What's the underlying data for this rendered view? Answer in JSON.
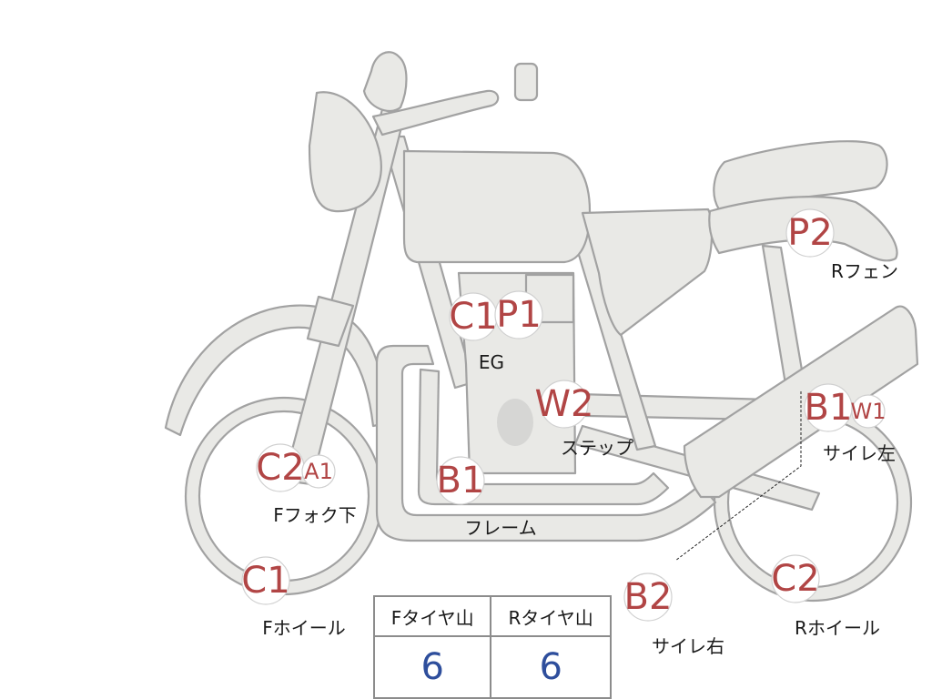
{
  "colors": {
    "bike_fill": "#e9e9e6",
    "bike_stroke": "#a2a2a2",
    "badge_text": "#b14545",
    "table_value": "#2e4e9c"
  },
  "badges": [
    {
      "id": "c1-eg",
      "text": "C1"
    },
    {
      "id": "p1-eg",
      "text": "P1"
    },
    {
      "id": "p2-rfender",
      "text": "P2"
    },
    {
      "id": "w2-step",
      "text": "W2"
    },
    {
      "id": "b1-muffler",
      "text": "B1"
    },
    {
      "id": "w1-muffler",
      "text": "W1"
    },
    {
      "id": "c2-fork",
      "text": "C2"
    },
    {
      "id": "a1-fork",
      "text": "A1"
    },
    {
      "id": "b1-frame",
      "text": "B1"
    },
    {
      "id": "c1-fwheel",
      "text": "C1"
    },
    {
      "id": "b2-muffler-r",
      "text": "B2"
    },
    {
      "id": "c2-rwheel",
      "text": "C2"
    }
  ],
  "labels": {
    "eg": "EG",
    "r_fender": "Rフェン",
    "step": "ステップ",
    "muffler_left": "サイレ左",
    "f_fork_lower": "Fフォク下",
    "frame": "フレーム",
    "f_wheel": "Fホイール",
    "muffler_right": "サイレ右",
    "r_wheel": "Rホイール"
  },
  "tire_table": {
    "headers": [
      "Fタイヤ山",
      "Rタイヤ山"
    ],
    "values": [
      "6",
      "6"
    ]
  }
}
